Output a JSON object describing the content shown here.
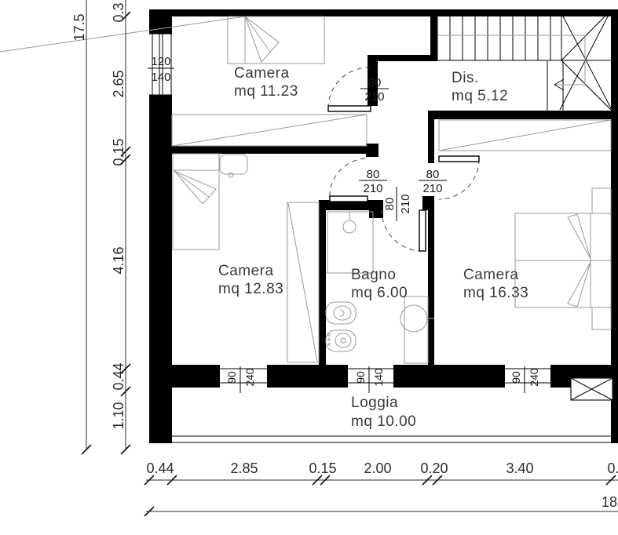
{
  "drawing": {
    "type": "architectural-floor-plan",
    "rooms": [
      {
        "name": "Camera",
        "area": "mq 11.23"
      },
      {
        "name": "Dis.",
        "area": "mq 5.12"
      },
      {
        "name": "Camera",
        "area": "mq 12.83"
      },
      {
        "name": "Bagno",
        "area": "mq 6.00"
      },
      {
        "name": "Camera",
        "area": "mq 16.33"
      },
      {
        "name": "Loggia",
        "area": "mq 10.00"
      }
    ],
    "window_left": {
      "num": "120",
      "den": "140"
    },
    "doors": [
      {
        "num": "80",
        "den": "210"
      },
      {
        "num": "80",
        "den": "210"
      },
      {
        "num": "80",
        "den": "210"
      },
      {
        "num": "80",
        "den": "210"
      }
    ],
    "windows_bottom": [
      {
        "num": "90",
        "den": "240"
      },
      {
        "num": "90",
        "den": "140"
      },
      {
        "num": "90",
        "den": "240"
      }
    ],
    "dims_left": {
      "total": "17.5",
      "segments": [
        "0.3",
        "2.65",
        "0.15",
        "4.16",
        "0.44",
        "1.10"
      ]
    },
    "dims_bottom": {
      "segments": [
        "0.44",
        "2.85",
        "0.15",
        "2.00",
        "0.20",
        "3.40",
        "0."
      ],
      "total": "18"
    },
    "colors": {
      "ink": "#000000",
      "furniture": "#9a9a9a",
      "text": "#3a3a3a"
    }
  }
}
